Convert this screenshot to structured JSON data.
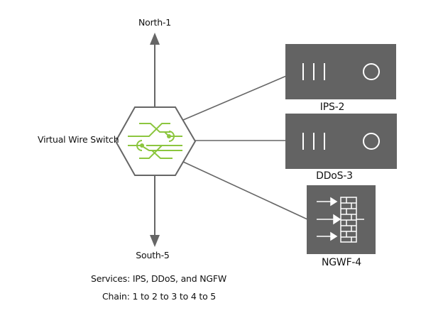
{
  "diagram": {
    "switch": {
      "label": "Virtual Wire Switch"
    },
    "endpoints": {
      "north": "North-1",
      "south": "South-5"
    },
    "devices": [
      {
        "id": "ips",
        "label": "IPS-2",
        "icon": "appliance-icon"
      },
      {
        "id": "ddos",
        "label": "DDoS-3",
        "icon": "appliance-icon"
      },
      {
        "id": "ngfw",
        "label": "NGWF-4",
        "icon": "firewall-icon"
      }
    ],
    "notes": {
      "services": "Services:  IPS, DDoS, and NGFW",
      "chain": "Chain: 1 to 2 to 3 to 4 to 5"
    },
    "colors": {
      "device_fill": "#636363",
      "line": "#666666",
      "switch_icon": "#8cc63f",
      "icon_stroke": "#ffffff"
    }
  }
}
